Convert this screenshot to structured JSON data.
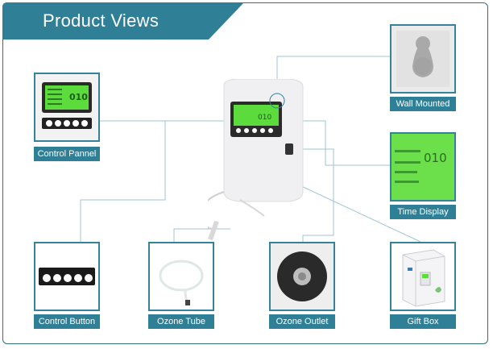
{
  "header": {
    "title": "Product Views"
  },
  "panels": {
    "control_panel": {
      "label": "Control  Pannel"
    },
    "wall_mounted": {
      "label": "Wall Mounted"
    },
    "time_display": {
      "label": "Time Display",
      "digits": "010"
    },
    "control_button": {
      "label": "Control Button"
    },
    "ozone_tube": {
      "label": "Ozone Tube"
    },
    "ozone_outlet": {
      "label": "Ozone Outlet"
    },
    "gift_box": {
      "label": "Gift  Box"
    }
  },
  "colors": {
    "accent": "#2f7f96",
    "lcd_green": "#5bdc3c",
    "device_white": "#f0f0f2",
    "frame": "#2f6f7e"
  },
  "icons": [
    "keyhole-icon",
    "lcd-display-icon",
    "round-button-icon"
  ]
}
